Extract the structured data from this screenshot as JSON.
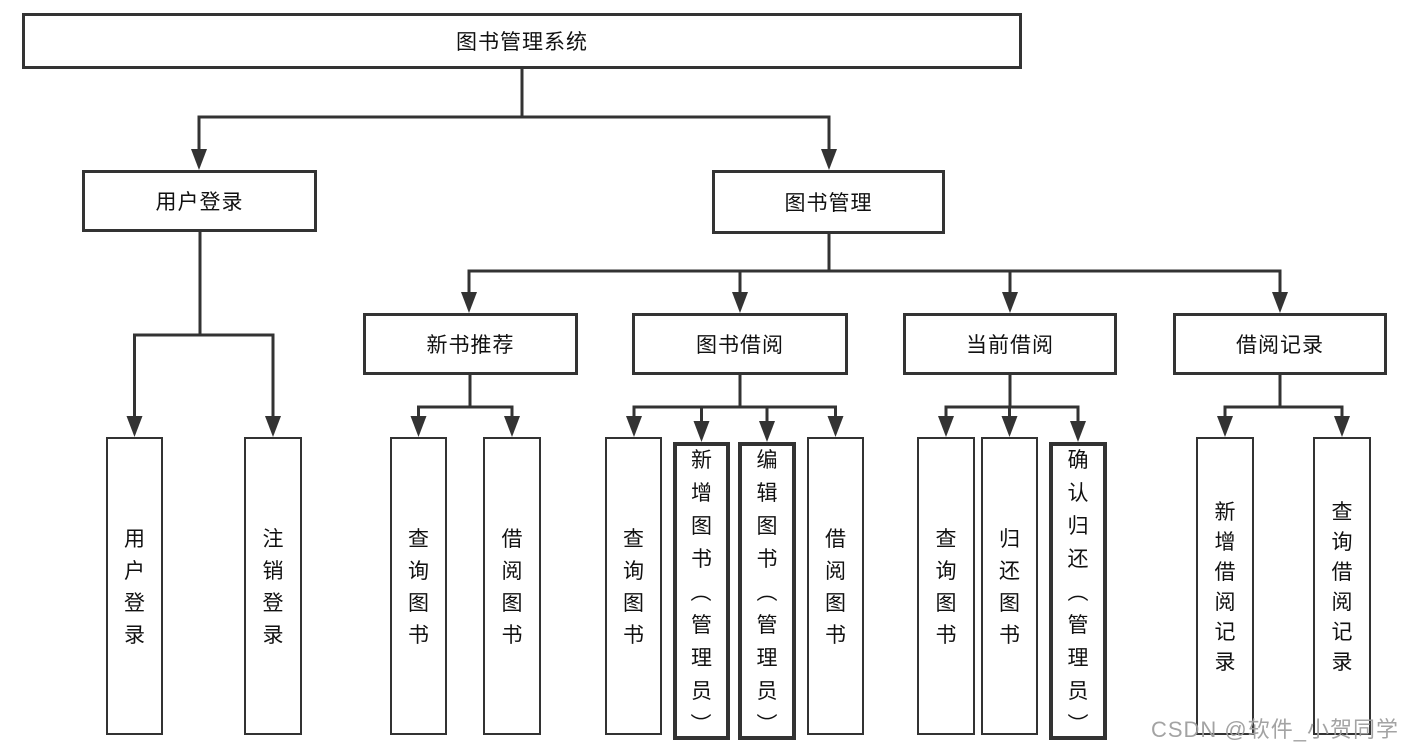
{
  "tree": {
    "root": {
      "label": "图书管理系统"
    },
    "branches": [
      {
        "label": "用户登录",
        "children": [
          {
            "label": "用户登录"
          },
          {
            "label": "注销登录"
          }
        ]
      },
      {
        "label": "图书管理",
        "children": [
          {
            "label": "新书推荐",
            "children": [
              {
                "label": "查询图书"
              },
              {
                "label": "借阅图书"
              }
            ]
          },
          {
            "label": "图书借阅",
            "children": [
              {
                "label": "查询图书"
              },
              {
                "label": "新增图书（管理员）"
              },
              {
                "label": "编辑图书（管理员）"
              },
              {
                "label": "借阅图书"
              }
            ]
          },
          {
            "label": "当前借阅",
            "children": [
              {
                "label": "查询图书"
              },
              {
                "label": "归还图书"
              },
              {
                "label": "确认归还（管理员）"
              }
            ]
          },
          {
            "label": "借阅记录",
            "children": [
              {
                "label": "新增借阅记录"
              },
              {
                "label": "查询借阅记录"
              }
            ]
          }
        ]
      }
    ]
  },
  "watermark": "CSDN @软件_小贺同学",
  "colors": {
    "line": "#333333",
    "text": "#111111",
    "background": "#ffffff",
    "watermark": "#9e9e9e"
  }
}
